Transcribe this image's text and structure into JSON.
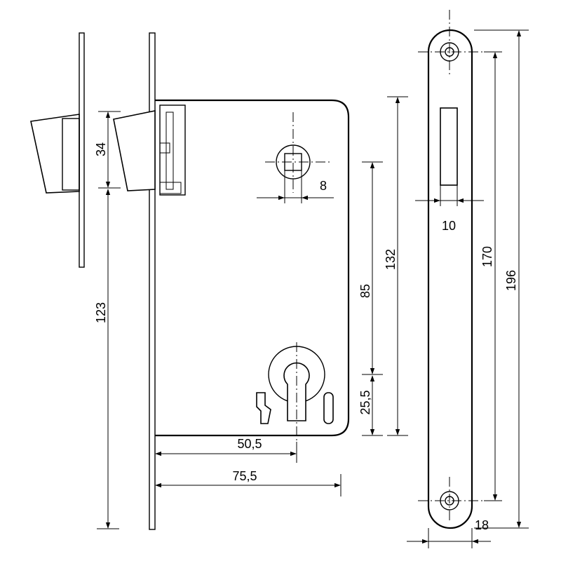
{
  "dimensions": {
    "latch_height": "34",
    "latch_to_bottom": "123",
    "spindle_square": "8",
    "strike_slot_width": "10",
    "spindle_to_cylinder": "85",
    "cylinder_to_bottom": "25,5",
    "case_height": "132",
    "strike_hole_spacing": "170",
    "strike_length": "196",
    "strike_width": "18",
    "backset": "50,5",
    "case_depth": "75,5"
  }
}
